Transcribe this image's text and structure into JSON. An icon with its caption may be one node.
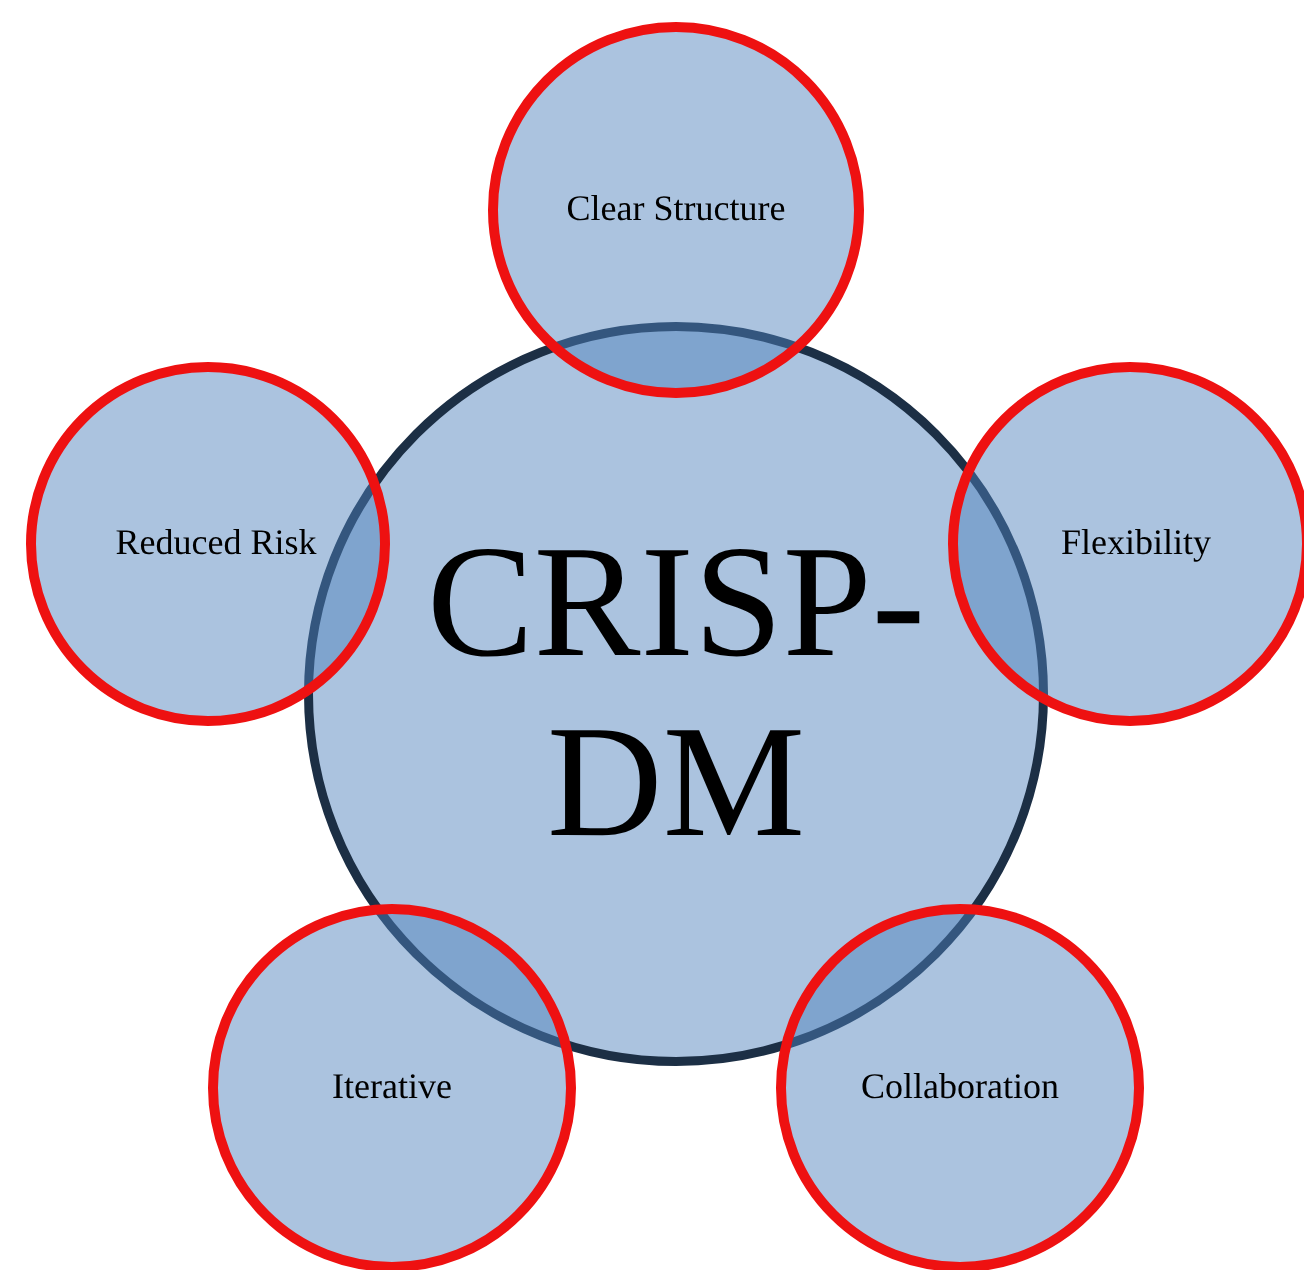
{
  "diagram": {
    "nodes": [
      {
        "text": [
          "CRISP-DM"
        ]
      },
      {
        "text": [
          "Clear Structure"
        ]
      },
      {
        "text": [
          "Reduced Risk"
        ]
      },
      {
        "text": [
          "Flexibility"
        ]
      },
      {
        "text": [
          "Iterative"
        ]
      },
      {
        "text": [
          "Collaboration"
        ]
      }
    ],
    "edges": []
  }
}
